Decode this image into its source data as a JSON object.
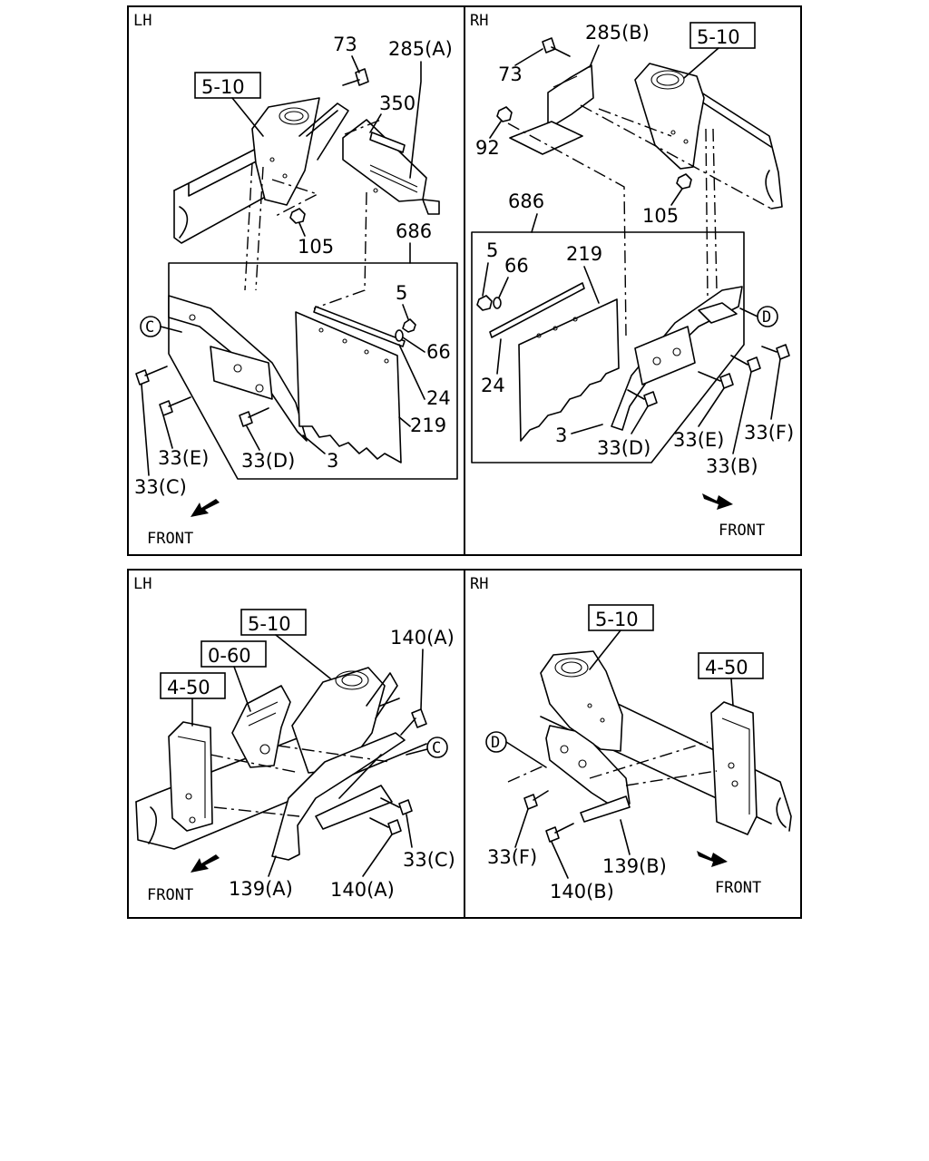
{
  "panels": [
    {
      "side": "LH",
      "refs": [
        "5-10"
      ],
      "callouts": [
        "73",
        "285(A)",
        "350",
        "105",
        "686",
        "5",
        "66",
        "24",
        "219",
        "3",
        "33(D)",
        "33(E)",
        "33(C)"
      ],
      "circle_markers": [
        "C"
      ],
      "direction": "FRONT"
    },
    {
      "side": "RH",
      "refs": [
        "5-10"
      ],
      "callouts": [
        "285(B)",
        "73",
        "92",
        "105",
        "686",
        "5",
        "66",
        "219",
        "24",
        "3",
        "33(D)",
        "33(E)",
        "33(F)",
        "33(B)"
      ],
      "circle_markers": [
        "D"
      ],
      "direction": "FRONT"
    },
    {
      "side": "LH",
      "refs": [
        "5-10",
        "0-60",
        "4-50"
      ],
      "callouts": [
        "140(A)",
        "33(C)",
        "139(A)",
        "140(A)"
      ],
      "circle_markers": [
        "C"
      ],
      "direction": "FRONT"
    },
    {
      "side": "RH",
      "refs": [
        "5-10",
        "4-50"
      ],
      "callouts": [
        "33(F)",
        "140(B)",
        "139(B)"
      ],
      "circle_markers": [
        "D"
      ],
      "direction": "FRONT"
    }
  ]
}
